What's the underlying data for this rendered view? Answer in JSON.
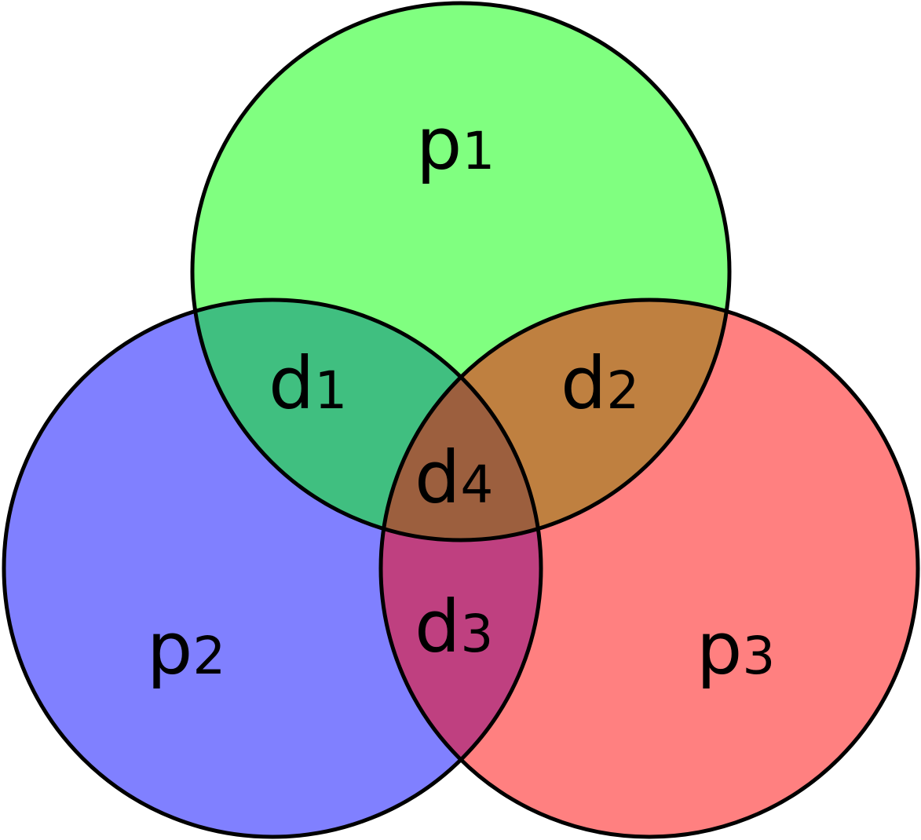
{
  "colors": {
    "p1": "#80ff80",
    "p2": "#8080ff",
    "p3": "#ff8080",
    "d1": "#40bf80",
    "d2": "#bf8040",
    "d3": "#bf4080",
    "d4": "#9c5f3e",
    "outline": "#000000"
  },
  "labels": {
    "p1": {
      "main": "p",
      "sub": "1"
    },
    "p2": {
      "main": "p",
      "sub": "2"
    },
    "p3": {
      "main": "p",
      "sub": "3"
    },
    "d1": {
      "main": "d",
      "sub": "1"
    },
    "d2": {
      "main": "d",
      "sub": "2"
    },
    "d3": {
      "main": "d",
      "sub": "3"
    },
    "d4": {
      "main": "d",
      "sub": "4"
    }
  }
}
